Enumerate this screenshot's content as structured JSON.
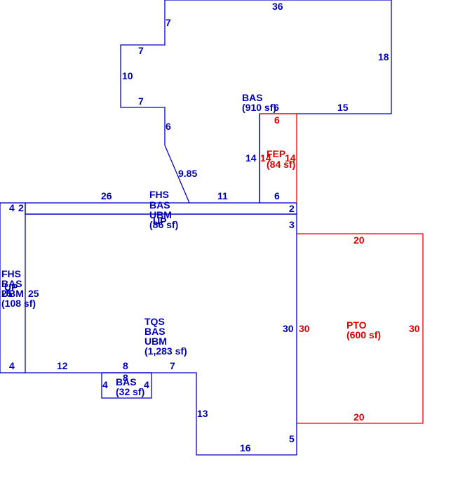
{
  "colors": {
    "line_blue": "#0000cc",
    "line_red": "#ee0000",
    "text_blue": "#0000bb",
    "text_red": "#dd0000"
  },
  "areas": {
    "bas_main": {
      "name": "BAS",
      "size": "(910 sf)"
    },
    "fep": {
      "name": "FEP",
      "size": "(84 sf)"
    },
    "fhs_strip": {
      "l1": "FHS",
      "l2": "BAS",
      "l3": "UBM",
      "l4": "UP",
      "size": "(86 sf)"
    },
    "fhs_left": {
      "l1": "FHS",
      "l2": "BAS",
      "l3": "UBM",
      "l4": "UP",
      "size": "(108 sf)"
    },
    "tqs": {
      "l1": "TQS",
      "l2": "BAS",
      "l3": "UBM",
      "size": "(1,283 sf)"
    },
    "bas_small": {
      "name": "BAS",
      "size": "(32 sf)"
    },
    "pto": {
      "name": "PTO",
      "size": "(600 sf)"
    }
  },
  "dims": {
    "top_36": "36",
    "right_18": "18",
    "d7a": "7",
    "d7b": "7",
    "d10": "10",
    "d7c": "7",
    "d6a": "6",
    "d985": "9.85",
    "d15": "15",
    "d6_bas": "6",
    "d14_bas": "14",
    "d6_fep_top": "6",
    "d14_fep_l": "14",
    "d14_fep_r": "14",
    "d6_fep_bot": "6",
    "d26": "26",
    "d11": "11",
    "d4": "4",
    "d2_left": "2",
    "d2_right": "2",
    "d3": "3",
    "d25a": "25",
    "d25b": "25",
    "d4_bottom": "4",
    "d12": "12",
    "d8": "8",
    "d7_bottom": "7",
    "d13": "13",
    "d16": "16",
    "d5": "5",
    "d30_tqs": "30",
    "d4_s_l": "4",
    "d4_s_r": "4",
    "d8_s_bot": "8",
    "d20_top": "20",
    "d20_bot": "20",
    "d30_pto_l": "30",
    "d30_pto_r": "30"
  }
}
